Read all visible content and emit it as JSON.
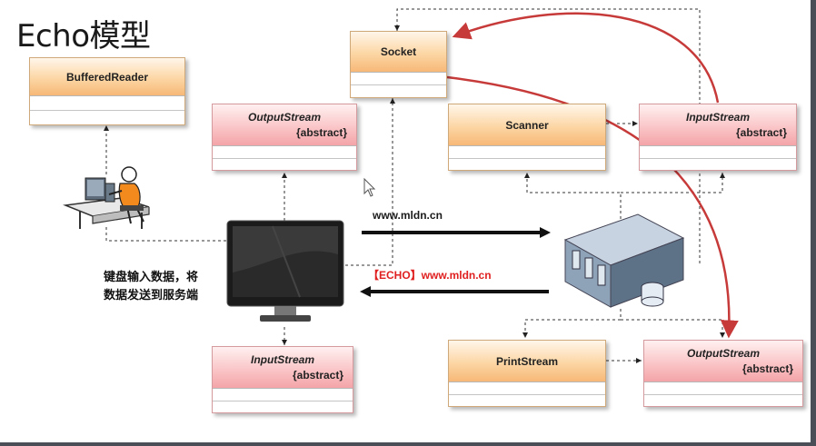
{
  "title": "Echo模型",
  "classes": {
    "buffered_reader": {
      "name": "BufferedReader"
    },
    "socket": {
      "name": "Socket"
    },
    "output_stream_client": {
      "name": "OutputStream",
      "modifier": "{abstract}"
    },
    "scanner": {
      "name": "Scanner"
    },
    "input_stream_server": {
      "name": "InputStream",
      "modifier": "{abstract}"
    },
    "input_stream_client": {
      "name": "InputStream",
      "modifier": "{abstract}"
    },
    "print_stream": {
      "name": "PrintStream"
    },
    "output_stream_server": {
      "name": "OutputStream",
      "modifier": "{abstract}"
    }
  },
  "labels": {
    "keyboard_caption_line1": "键盘输入数据，将",
    "keyboard_caption_line2": "数据发送到服务端",
    "request_url": "www.mldn.cn",
    "echo_prefix": "【ECHO】",
    "echo_url": "www.mldn.cn"
  },
  "colors": {
    "class_concrete": "#f7b877",
    "class_abstract": "#f4a4a8",
    "echo_text": "#e02020",
    "flow_arrow": "#c73a3a"
  },
  "icons": [
    "user-at-computer-icon",
    "monitor-icon",
    "server-icon",
    "mouse-cursor-icon"
  ]
}
